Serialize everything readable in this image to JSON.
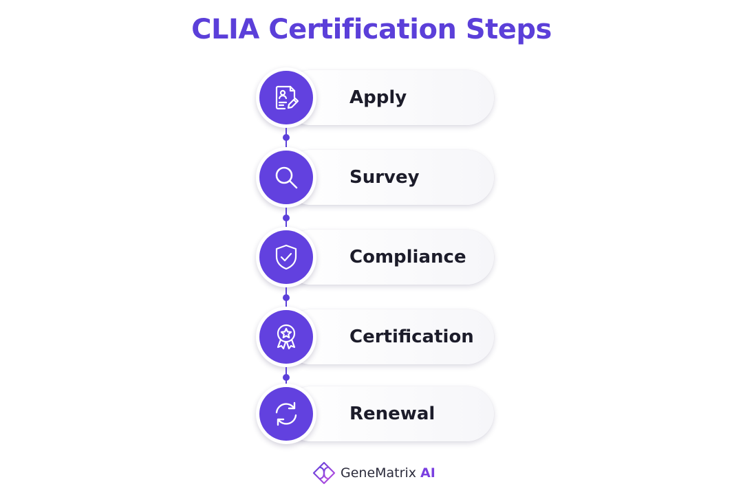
{
  "title": "CLIA Certification Steps",
  "steps": [
    {
      "label": "Apply",
      "icon": "application-form-icon"
    },
    {
      "label": "Survey",
      "icon": "magnifying-glass-icon"
    },
    {
      "label": "Compliance",
      "icon": "shield-check-icon"
    },
    {
      "label": "Certification",
      "icon": "award-badge-icon"
    },
    {
      "label": "Renewal",
      "icon": "refresh-arrows-icon"
    }
  ],
  "footer": {
    "brand": "GeneMatrix",
    "brand_suffix": "AI",
    "logo_icon": "dna-logo-icon"
  },
  "colors": {
    "accent": "#5b3fd9",
    "circle": "#6241df",
    "label_text": "#1c1c2a",
    "pill_bg": "#f6f6f9"
  }
}
